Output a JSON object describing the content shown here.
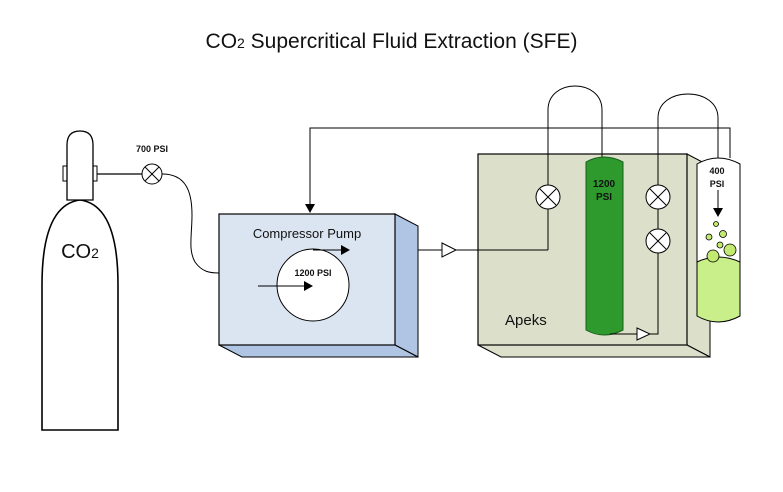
{
  "title": {
    "prefix": "CO",
    "subscript": "2",
    "rest": " Supercritical Fluid Extraction (SFE)"
  },
  "tank": {
    "label_prefix": "CO",
    "label_subscript": "2"
  },
  "tank_valve": {
    "pressure_label": "700 PSI"
  },
  "compressor": {
    "label": "Compressor Pump",
    "pressure_label": "1200 PSI"
  },
  "extractor": {
    "label": "Apeks",
    "column_pressure_line1": "1200",
    "column_pressure_line2": "PSI"
  },
  "separator": {
    "pressure_line1": "400",
    "pressure_line2": "PSI"
  },
  "colors": {
    "compressor_face": "#dbe5f1",
    "compressor_side": "#b0c4e3",
    "extractor_face": "#dcdfca",
    "column_green": "#2e9a2e",
    "liquid_green": "#c8ef8a",
    "bubble_green": "#c2ea70"
  }
}
